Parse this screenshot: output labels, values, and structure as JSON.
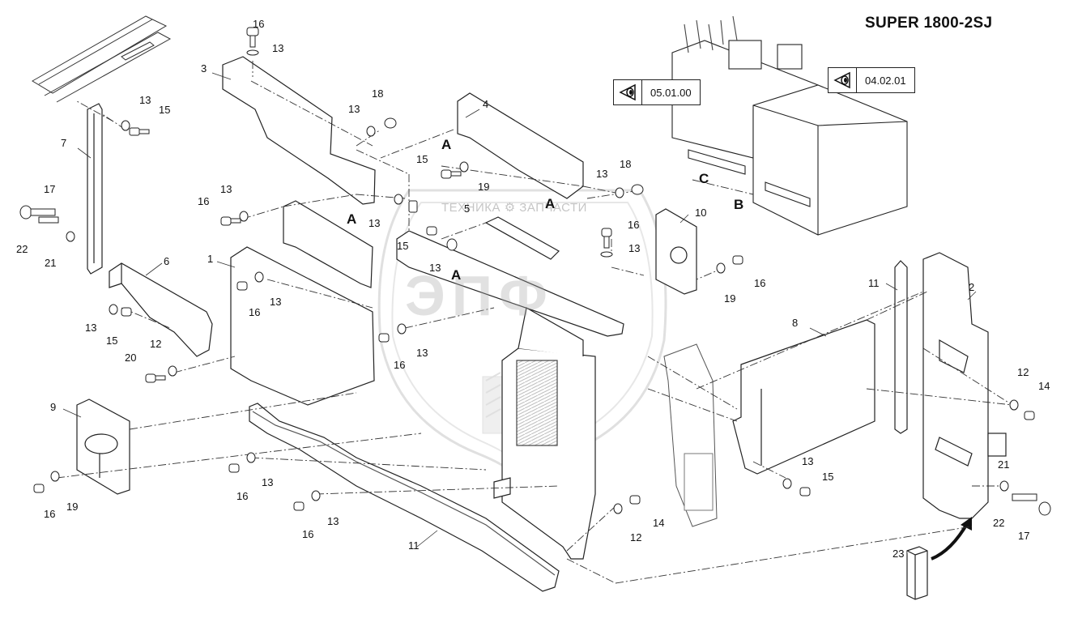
{
  "title": "SUPER 1800-2SJ",
  "refs": {
    "ref_1": "05.01.00",
    "ref_2": "04.02.01"
  },
  "watermark": {
    "text": "ТЕХНИКА ⚙ ЗАПЧАСТИ",
    "logo_letters": "ЭПФ"
  },
  "sections": {
    "a": "A",
    "b": "B",
    "c": "C"
  },
  "callouts": {
    "c16a": "16",
    "c13a": "13",
    "c3": "3",
    "c13b": "13",
    "c15a": "15",
    "c7": "7",
    "c18a": "18",
    "c13c": "13",
    "c4": "4",
    "c15b": "15",
    "c19a": "19",
    "c17a": "17",
    "c22a": "22",
    "c21a": "21",
    "c16b": "16",
    "c13d": "13",
    "c13e": "13",
    "c15c": "15",
    "c13f": "13",
    "c18b": "18",
    "c5": "5",
    "c10": "10",
    "c16c": "16",
    "c1": "1",
    "c6": "6",
    "c13g": "13",
    "c16d": "16",
    "c13h": "13",
    "c13i": "13",
    "c11a": "11",
    "c2": "2",
    "c19b": "19",
    "c16e": "16",
    "c13j": "13",
    "c15d": "15",
    "c16f": "16",
    "c13k": "13",
    "c8": "8",
    "c20": "20",
    "c12a": "12",
    "c12b": "12",
    "c14a": "14",
    "c9": "9",
    "c16g": "16",
    "c19c": "19",
    "c16h": "16",
    "c13l": "13",
    "c16i": "16",
    "c13m": "13",
    "c13n": "13",
    "c15e": "15",
    "c21b": "21",
    "c22b": "22",
    "c17b": "17",
    "c11b": "11",
    "c12c": "12",
    "c14b": "14",
    "c23": "23"
  }
}
